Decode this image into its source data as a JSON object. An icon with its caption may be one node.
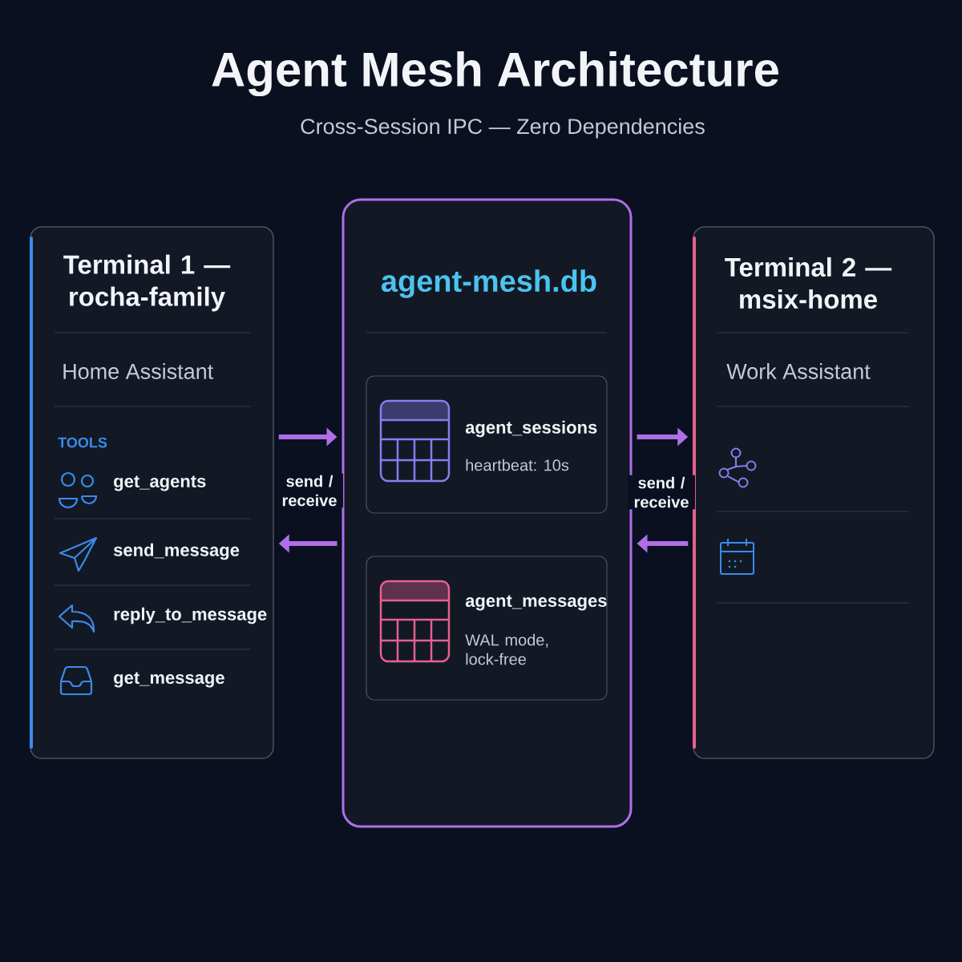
{
  "diagram": {
    "title": "Agent Mesh Architecture",
    "nodes": [
      {
        "text": [
          "Terminal 1 — rocha-family",
          "Home Assistant",
          "TOOLS",
          "get_agents",
          "send_message",
          "reply_to_message",
          "get_message"
        ]
      },
      {
        "text": [
          "agent-mesh.db"
        ]
      },
      {
        "text": [
          "agent_sessions",
          "heartbeat: 10s"
        ],
        "in": 1
      },
      {
        "text": [
          "agent_messages",
          "WAL mode, lock-free"
        ],
        "in": 1
      },
      {
        "text": [
          "Terminal 2 — msix-home",
          "Work Assistant"
        ]
      }
    ],
    "edges": [
      {
        "from": 0,
        "to": 1,
        "arrow": "to",
        "label": "send / receive"
      },
      {
        "from": 1,
        "to": 0,
        "arrow": "to"
      },
      {
        "from": 1,
        "to": 4,
        "arrow": "to",
        "label": "send / receive"
      },
      {
        "from": 4,
        "to": 1,
        "arrow": "to"
      }
    ],
    "labels": [
      "Cross-Session IPC — Zero Dependencies"
    ]
  }
}
